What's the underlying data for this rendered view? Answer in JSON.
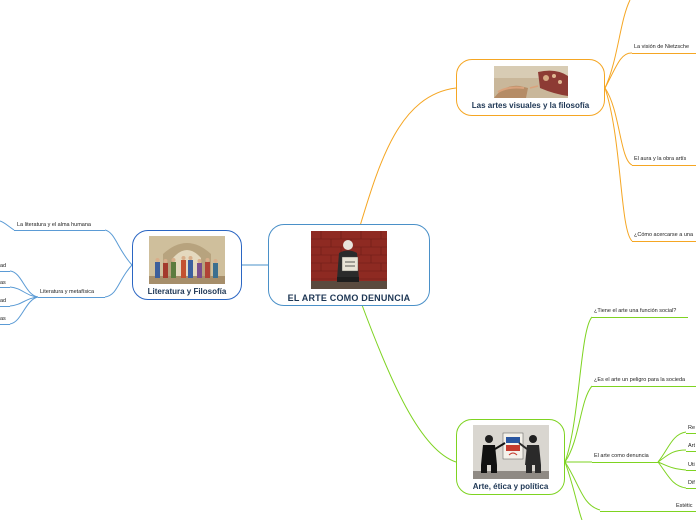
{
  "center": {
    "title": "EL ARTE COMO DENUNCIA",
    "picture": "banksy-i-want-change-photo"
  },
  "branches": {
    "visual": {
      "title": "Las artes visuales y la filosofía",
      "picture": "creation-of-adam-painting",
      "color": "#f5a623",
      "items": [
        "La visión de Nietzsche",
        "El aura y la obra artís",
        "¿Cómo acercarse a una"
      ]
    },
    "literature": {
      "title": "Literatura y Filosofía",
      "picture": "school-of-athens-painting",
      "color": "#5b9bd5",
      "items": [
        "La literatura y el alma humana",
        "Literatura y metafísica"
      ],
      "edge_items": [
        "ad",
        "as",
        "ad",
        "as"
      ]
    },
    "ethics": {
      "title": "Arte, ética y política",
      "picture": "banksy-graffiti-photo",
      "color": "#7ed321",
      "items": [
        "¿Tiene el arte una función social?",
        "¿Es el arte un peligro para la socieda",
        "El arte como denuncia",
        "Estétic"
      ],
      "sub_items": [
        "Re",
        "Art",
        "Uti",
        "Dif"
      ]
    }
  },
  "colors": {
    "center_border": "#4a90c8",
    "title_text": "#1c3553"
  }
}
